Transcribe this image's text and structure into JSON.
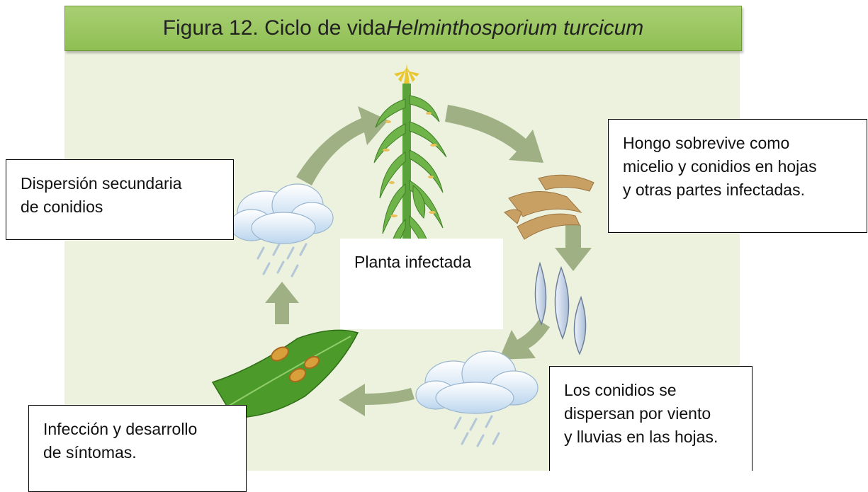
{
  "title": {
    "prefix": "Figura 12. Ciclo de vida ",
    "species": "Helminthosporium turcicum"
  },
  "boxes": {
    "dispersion": "Dispersión secundaria\nde conidios",
    "hongo": "Hongo sobrevive como\nmicelio y conidios en hojas\ny otras partes infectadas.",
    "planta": "Planta infectada",
    "infeccion": "Infección y desarrollo\nde síntomas.",
    "conidios": "Los conidios se\ndispersan por viento\ny lluvias en las hojas."
  },
  "colors": {
    "title_bg": "#98c65e",
    "panel_bg": "#edf2de",
    "arrow": "#9fb184",
    "plant": "#5aa33a",
    "debris": "#c9a064",
    "leaf": "#4c9a2a",
    "lesion": "#d99f3a",
    "cloud": "#c8dff2"
  }
}
